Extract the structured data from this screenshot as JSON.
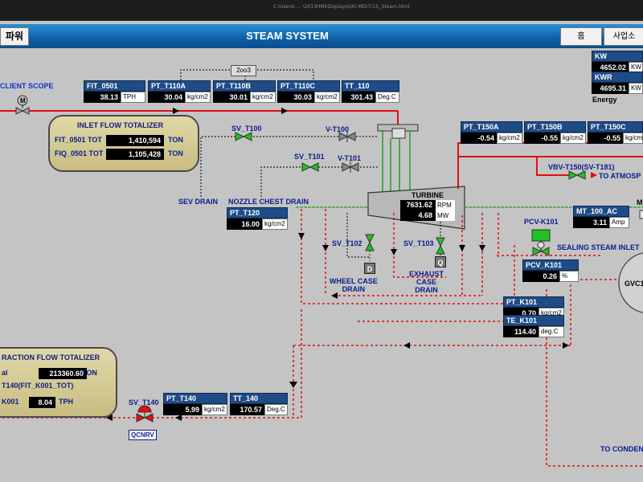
{
  "window": {
    "path": "C:\\Users\\ ... \\2013HMI\\Displays\\(A)-MD\\T(1)\\_Steam.html"
  },
  "header": {
    "brand": "파워",
    "title": "STEAM SYSTEM",
    "home_btn": "홈",
    "site_btn": "사업소"
  },
  "labels": {
    "client_scope": "CLIENT SCOPE",
    "sev_drain": "SEV DRAIN",
    "nozzle_drain": "NOZZLE CHEST DRAIN",
    "turbine": "TURBINE",
    "wheel_drain": "WHEEL CASE\nDRAIN",
    "exhaust_drain": "EXHAUST\nCASE\nDRAIN",
    "to_atmos": "TO ATMOSP",
    "sealing": "SEALING STEAM INLET",
    "gvc": "GVC1",
    "to_condenser": "TO CONDEN",
    "energy": "Energy",
    "oo3": "2oo3",
    "qcnrv": "QCNRV",
    "m_tag": "M"
  },
  "valves": {
    "sv_t100": "SV_T100",
    "v_t100": "V-T100",
    "sv_t101": "SV_T101",
    "v_t101": "V-T101",
    "sv_t102": "SV_T102",
    "sv_t103": "SV_T103",
    "vbv": "VBV-T150(SV-T181)",
    "pcv_k101": "PCV-K101",
    "sv_t140": "SV_T140",
    "drain_d": "D",
    "drain_q": "Q"
  },
  "tags": {
    "fit_0501": {
      "name": "FIT_0501",
      "value": "38.13",
      "unit": "TPH"
    },
    "pt_t110a": {
      "name": "PT_T110A",
      "value": "30.04",
      "unit": "kg/cm2"
    },
    "pt_t110b": {
      "name": "PT_T110B",
      "value": "30.01",
      "unit": "kg/cm2"
    },
    "pt_t110c": {
      "name": "PT_T110C",
      "value": "30.03",
      "unit": "kg/cm2"
    },
    "tt_110": {
      "name": "TT_110",
      "value": "301.43",
      "unit": "Deg.C"
    },
    "pt_t150a": {
      "name": "PT_T150A",
      "value": "-0.54",
      "unit": "kg/cm2"
    },
    "pt_t150b": {
      "name": "PT_T150B",
      "value": "-0.55",
      "unit": "kg/cm2"
    },
    "pt_t150c": {
      "name": "PT_T150C",
      "value": "-0.55",
      "unit": "kg/cm2"
    },
    "pt_t120": {
      "name": "PT_T120",
      "value": "16.00",
      "unit": "kg/cm2"
    },
    "mt_100": {
      "name": "MT_100_AC",
      "value": "3.11",
      "unit": "Amp"
    },
    "pcv_k101": {
      "name": "PCV_K101",
      "value": "0.26",
      "unit": "%"
    },
    "pt_k101": {
      "name": "PT_K101",
      "value": "0.70",
      "unit": "kg/cm2"
    },
    "te_k101": {
      "name": "TE_K101",
      "value": "114.40",
      "unit": "deg.C"
    },
    "pt_t140": {
      "name": "PT_T140",
      "value": "5.99",
      "unit": "kg/cm2"
    },
    "tt_140": {
      "name": "TT_140",
      "value": "170.57",
      "unit": "Deg.C"
    },
    "kw": {
      "name": "KW",
      "value": "4652.02",
      "unit": "KW"
    },
    "kwr": {
      "name": "KWR",
      "value": "4695.31",
      "unit": "KW"
    }
  },
  "turbine": {
    "rpm": "7631.62",
    "rpm_unit": "RPM",
    "mw": "4.68",
    "mw_unit": "MW"
  },
  "inlet_totalizer": {
    "title": "INLET FLOW TOTALIZER",
    "row1_label": "FIT_0501 TOT",
    "row1_value": "1,410,594",
    "row1_unit": "TON",
    "row2_label": "FIQ_0501 TOT",
    "row2_value": "1,105,428",
    "row2_unit": "TON"
  },
  "extraction_totalizer": {
    "title": "RACTION FLOW TOTALIZER",
    "row1_label": "al",
    "row1_value": "213360.60",
    "row1_unit": "TON",
    "row2_label": "T140(FIT_K001_TOT)",
    "row3_label": "K001",
    "row3_value": "8.04",
    "row3_unit": "TPH"
  },
  "colors": {
    "steam": "#e01010",
    "drain": "#e01010",
    "valve_open": "#22c022",
    "valve_closed": "#e01010",
    "tag_header": "#1f4b86"
  }
}
